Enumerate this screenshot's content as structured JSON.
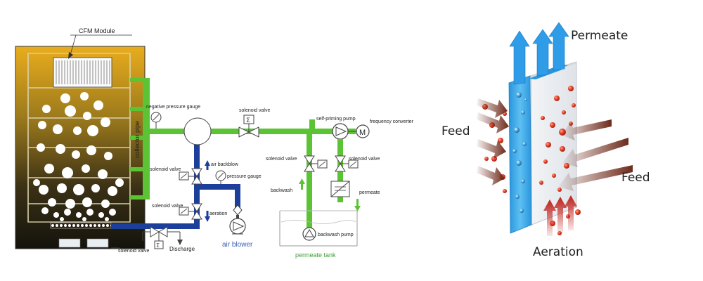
{
  "left_diagram": {
    "module_label": "CFM Module",
    "collector_pipe_label": "collector pipe",
    "negative_pressure_gauge_label": "negative pressure gauge",
    "solenoid_valve_top_label": "solenoid valve",
    "self_priming_pump_label": "self-priming pump",
    "frequency_converter_label": "frequency converter",
    "air_backblow_label": "air backblow",
    "solenoid_valve_backblow_label": "solenoid valve",
    "pressure_gauge_label": "pressure gauge",
    "solenoid_valve_aeration_label": "solenoid valve",
    "aeration_label": "aeration",
    "air_blower_label": "air blower",
    "solenoid_valve_backwash_label": "solenoid valve",
    "solenoid_valve_permeate_label": "solenoid valve",
    "backwash_label": "backwash",
    "permeate_label": "permeate",
    "backwash_pump_label": "backwash pump",
    "permeate_tank_label": "permeate tank",
    "solenoid_valve_discharge_label": "solenoid valve",
    "discharge_label": "Discharge",
    "motor_symbol": "M",
    "colors": {
      "green_pipe": "#5cc434",
      "blue_pipe": "#1d3f9c",
      "tank_gold": "#e5a81a",
      "tank_dark": "#1c1a10",
      "blower_label": "#3a5fb5",
      "permeate_tank_label": "#3aa236"
    }
  },
  "right_diagram": {
    "permeate_label": "Permeate",
    "feed_left_label": "Feed",
    "feed_right_label": "Feed",
    "aeration_label": "Aeration",
    "colors": {
      "membrane_blue": "#3aa8e8",
      "feed_arrow": "#7a3020",
      "droplet_red": "#e8402a",
      "aeration_arrow": "#c0201a"
    }
  }
}
